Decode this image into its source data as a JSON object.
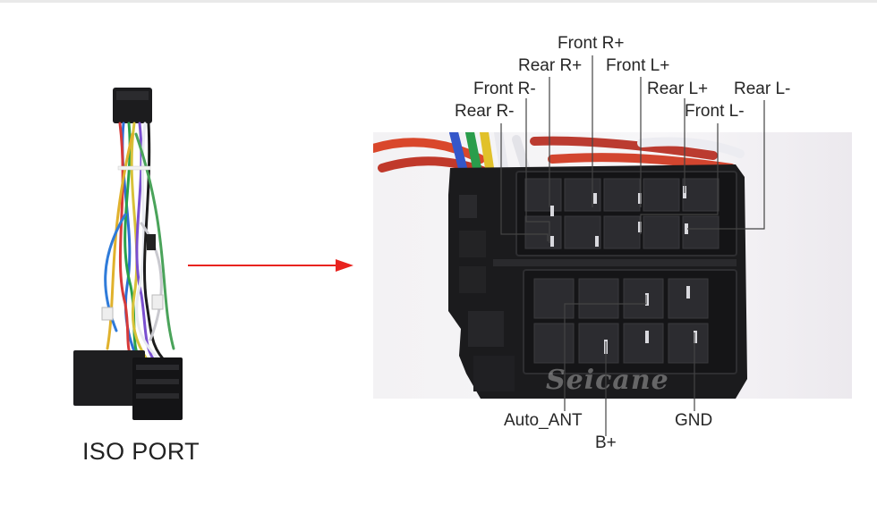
{
  "caption": "ISO PORT",
  "watermark": "Seicane",
  "pins": {
    "front_r_plus": "Front R+",
    "rear_r_plus": "Rear R+",
    "front_l_plus": "Front L+",
    "front_r_minus": "Front R-",
    "rear_l_plus": "Rear L+",
    "rear_l_minus": "Rear L-",
    "rear_r_minus": "Rear R-",
    "front_l_minus": "Front L-",
    "auto_ant": "Auto_ANT",
    "b_plus": "B+",
    "gnd": "GND"
  },
  "colors": {
    "arrow": "#e8231f",
    "connector": "#1b1b1d",
    "leader": "#444444"
  }
}
